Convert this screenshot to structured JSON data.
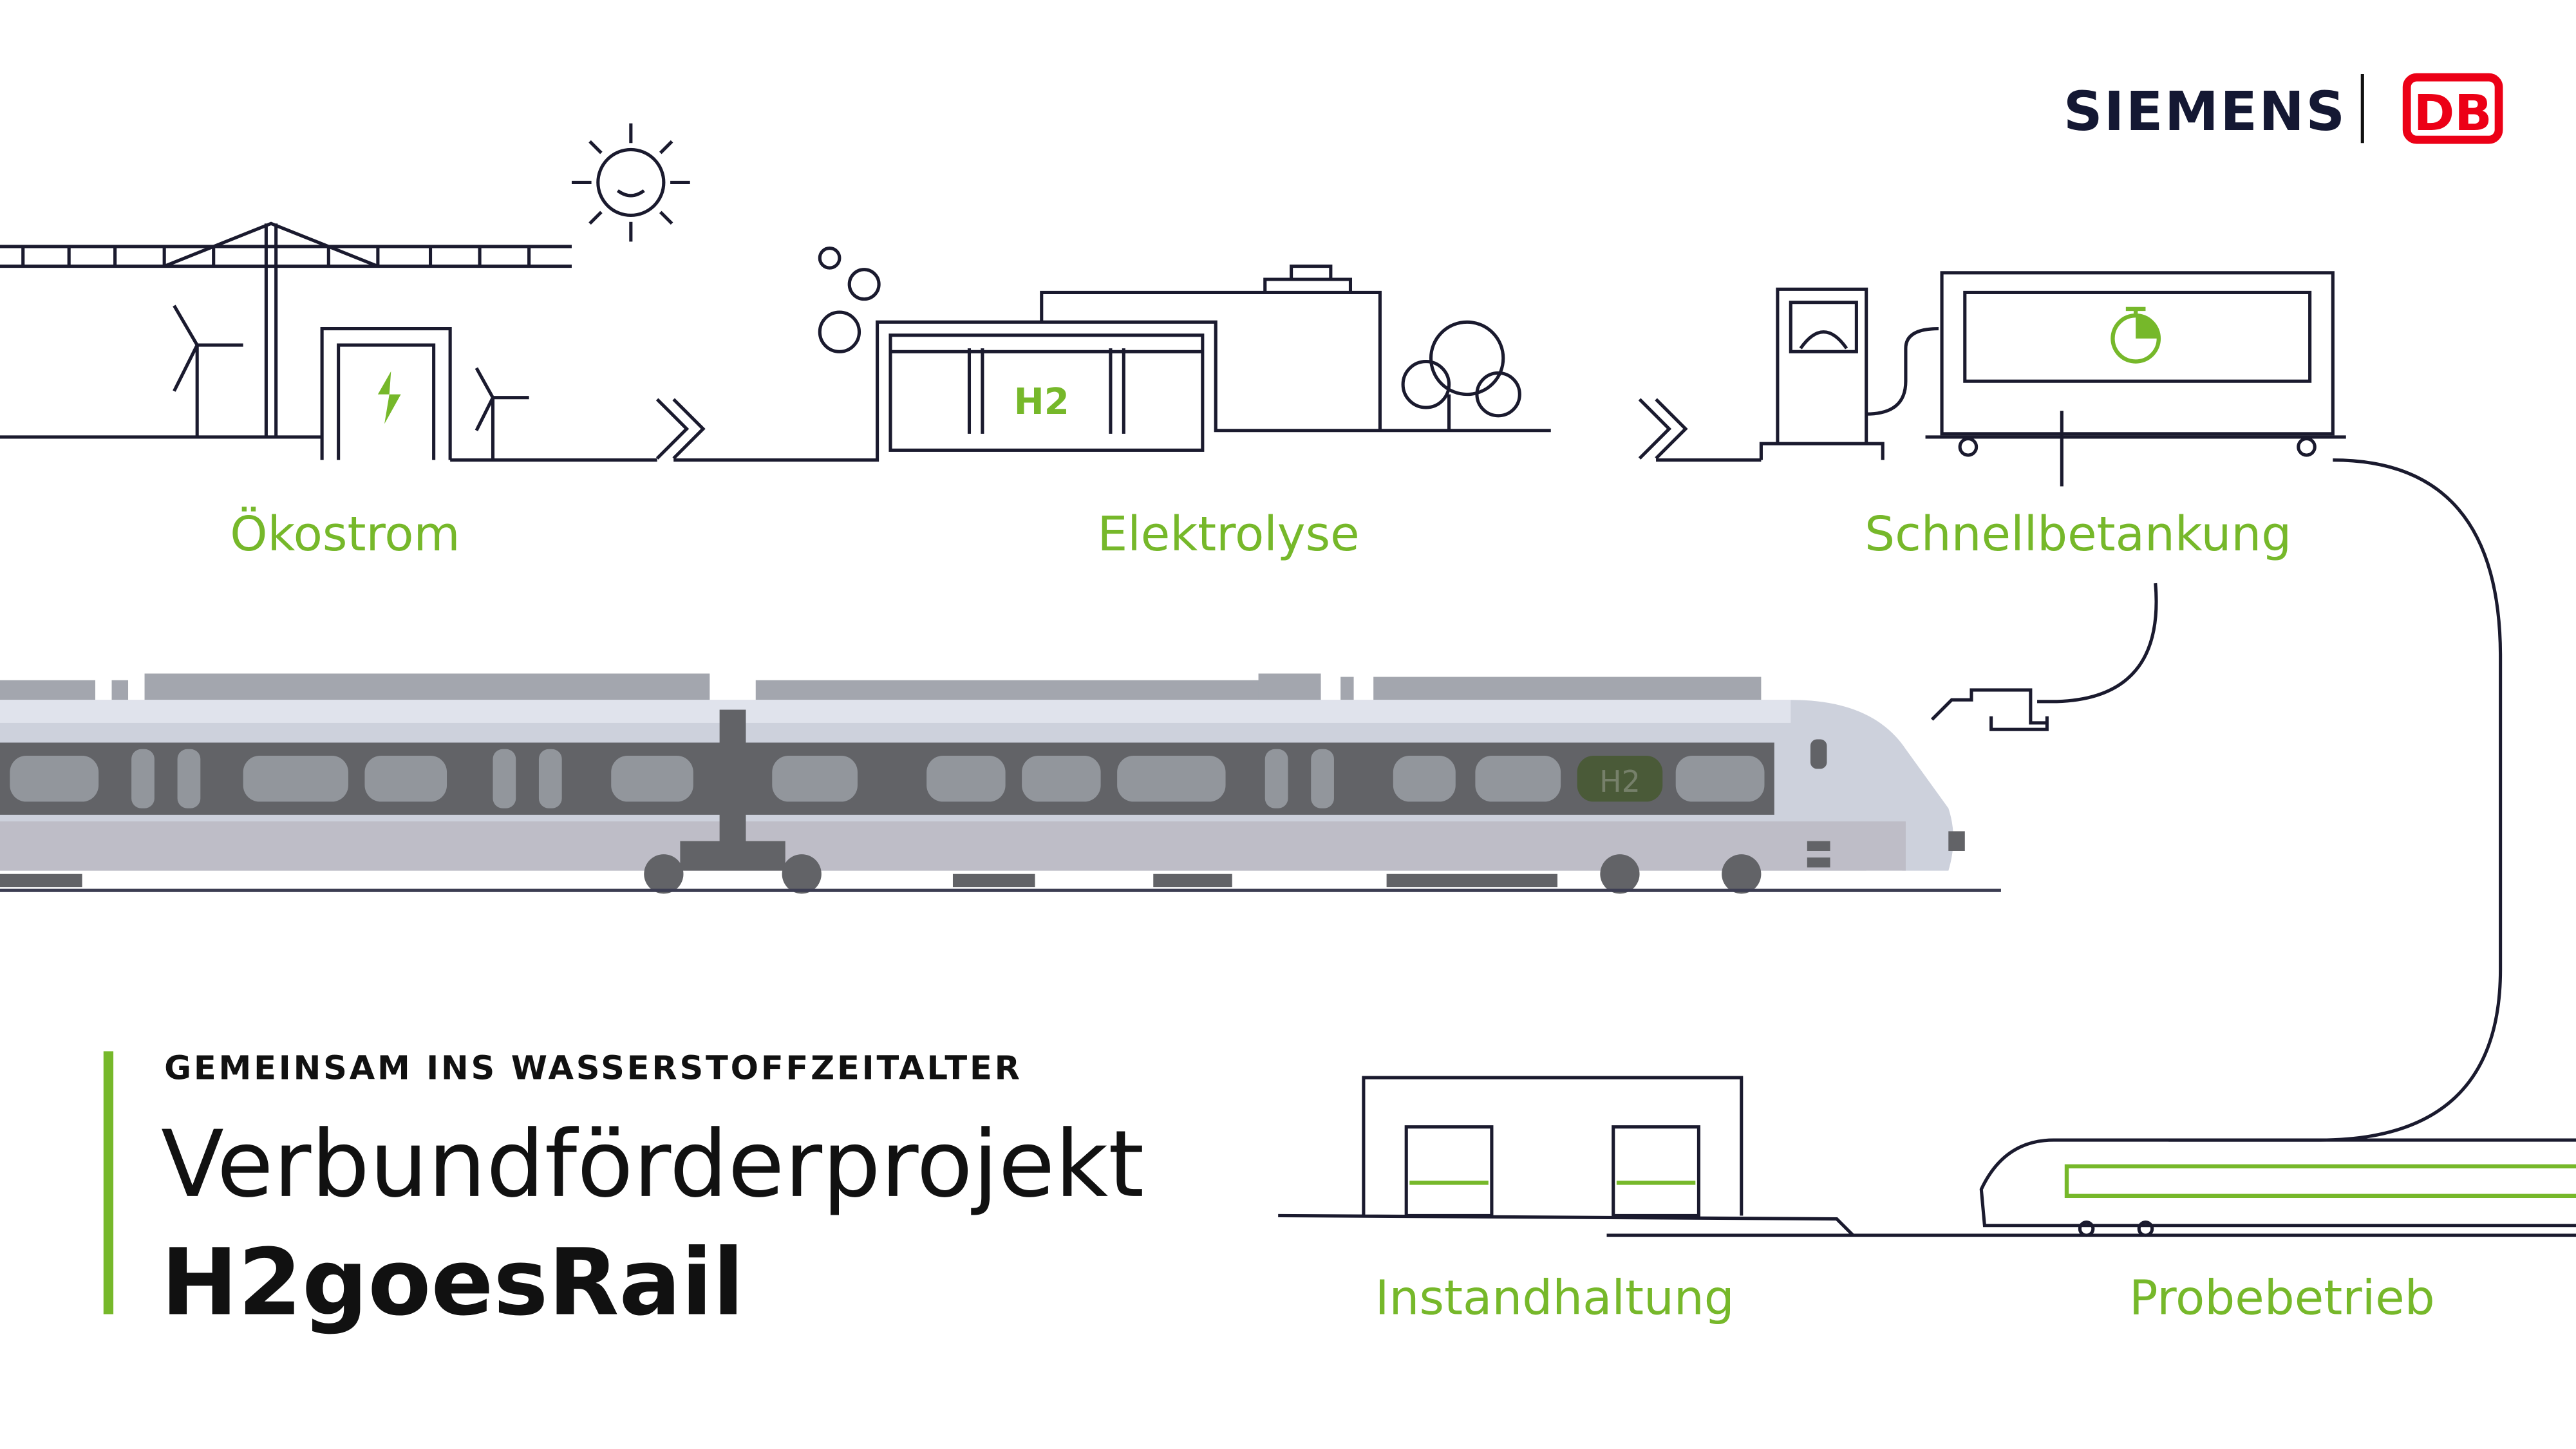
{
  "logos": {
    "siemens": "SIEMENS",
    "db": "DB"
  },
  "stages": {
    "oekostrom": "Ökostrom",
    "elektrolyse": "Elektrolyse",
    "schnellbetankung": "Schnellbetankung",
    "instandhaltung": "Instandhaltung",
    "probebetrieb": "Probebetrieb"
  },
  "h2_tank_label": "H2",
  "train_badge": "H2",
  "title": {
    "subtitle": "GEMEINSAM INS WASSERSTOFFZEITALTER",
    "line1": "Verbundförderprojekt",
    "line2": "H2goesRail"
  },
  "colors": {
    "accent": "#76b82a",
    "siemens": "#141833",
    "db": "#ec0016"
  }
}
